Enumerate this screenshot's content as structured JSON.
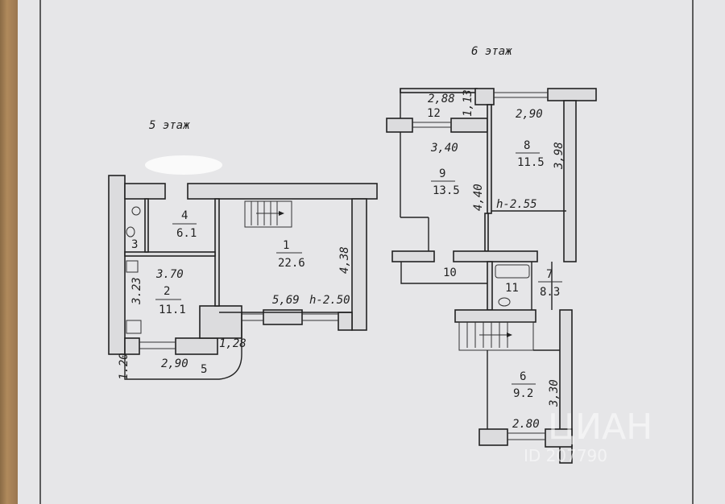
{
  "floor5": {
    "title": "5 этаж",
    "rooms": [
      {
        "num": "1",
        "area": "22.6"
      },
      {
        "num": "2",
        "area": "11.1"
      },
      {
        "num": "3"
      },
      {
        "num": "4",
        "area": "6.1"
      },
      {
        "num": "5"
      }
    ],
    "dims": {
      "d1": "4,38",
      "d2": "5,69",
      "h": "h-2.50",
      "d3": "3.70",
      "d4": "3.23",
      "d5": "1,28",
      "d6": "2,90",
      "d7": "1.20"
    }
  },
  "floor6": {
    "title": "6 этаж",
    "rooms": [
      {
        "num": "6",
        "area": "9.2"
      },
      {
        "num": "7",
        "area": "8.3"
      },
      {
        "num": "8",
        "area": "11.5"
      },
      {
        "num": "9",
        "area": "13.5"
      },
      {
        "num": "10"
      },
      {
        "num": "11"
      },
      {
        "num": "12"
      }
    ],
    "dims": {
      "d1": "2,88",
      "d2": "1,13",
      "d3": "3,40",
      "d4": "2,90",
      "d5": "3,98",
      "d6": "4,40",
      "h": "h-2.55",
      "d7": "3,30",
      "d8": "2.80"
    }
  },
  "watermark": {
    "brand": "ЦИАН",
    "id": "ID 207790"
  }
}
